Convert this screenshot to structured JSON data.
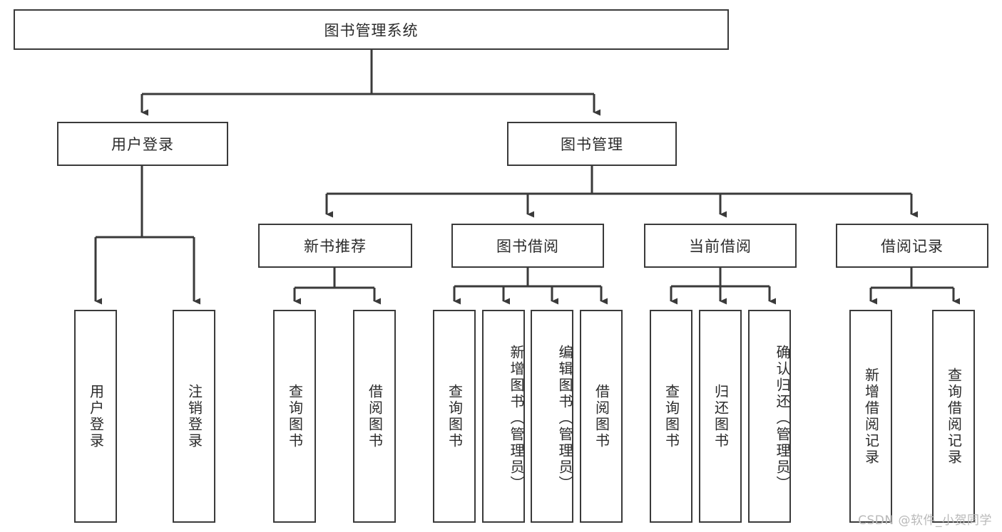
{
  "diagram": {
    "type": "tree",
    "title": "图书管理系统",
    "root": {
      "id": "root",
      "label": "图书管理系统"
    },
    "level2": [
      {
        "id": "user-login",
        "label": "用户登录"
      },
      {
        "id": "book-manage",
        "label": "图书管理"
      }
    ],
    "level3": [
      {
        "id": "new-book-rec",
        "label": "新书推荐",
        "parent": "book-manage"
      },
      {
        "id": "book-borrow",
        "label": "图书借阅",
        "parent": "book-manage"
      },
      {
        "id": "current-borrow",
        "label": "当前借阅",
        "parent": "book-manage"
      },
      {
        "id": "borrow-record",
        "label": "借阅记录",
        "parent": "book-manage"
      }
    ],
    "leaves": [
      {
        "id": "leaf-user-login",
        "label": "用户登录",
        "parent": "user-login"
      },
      {
        "id": "leaf-logout",
        "label": "注销登录",
        "parent": "user-login"
      },
      {
        "id": "leaf-query-book-1",
        "label": "查询图书",
        "parent": "new-book-rec"
      },
      {
        "id": "leaf-borrow-book-1",
        "label": "借阅图书",
        "parent": "new-book-rec"
      },
      {
        "id": "leaf-query-book-2",
        "label": "查询图书",
        "parent": "book-borrow"
      },
      {
        "id": "leaf-add-book",
        "label": "新增图书（管理员）",
        "parent": "book-borrow"
      },
      {
        "id": "leaf-edit-book",
        "label": "编辑图书（管理员）",
        "parent": "book-borrow"
      },
      {
        "id": "leaf-borrow-book-2",
        "label": "借阅图书",
        "parent": "book-borrow"
      },
      {
        "id": "leaf-query-book-3",
        "label": "查询图书",
        "parent": "current-borrow"
      },
      {
        "id": "leaf-return-book",
        "label": "归还图书",
        "parent": "current-borrow"
      },
      {
        "id": "leaf-confirm-return",
        "label": "确认归还（管理员）",
        "parent": "current-borrow"
      },
      {
        "id": "leaf-add-record",
        "label": "新增借阅记录",
        "parent": "borrow-record"
      },
      {
        "id": "leaf-query-record",
        "label": "查询借阅记录",
        "parent": "borrow-record"
      }
    ],
    "colors": {
      "stroke": "#3a3a3a",
      "background": "#ffffff",
      "text": "#2b2b2b",
      "watermark": "#b9b9b9"
    }
  },
  "watermark": {
    "text": "CSDN @软件_小贺同学"
  }
}
